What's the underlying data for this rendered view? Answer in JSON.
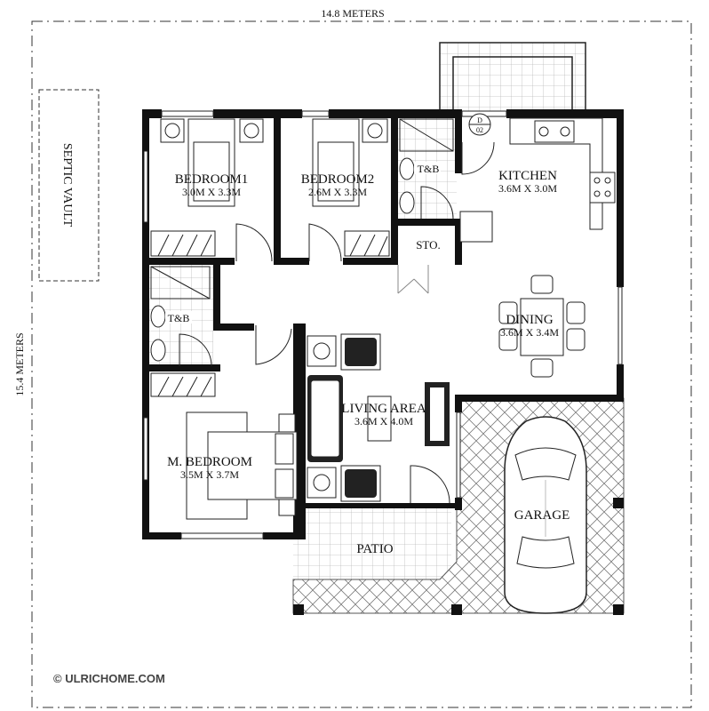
{
  "dimensions": {
    "width_label": "14.8 METERS",
    "height_label": "15.4 METERS"
  },
  "septic": {
    "label": "SEPTIC VAULT"
  },
  "rooms": {
    "bedroom1": {
      "name": "BEDROOM1",
      "size": "3.0M X 3.3M"
    },
    "bedroom2": {
      "name": "BEDROOM2",
      "size": "2.6M X 3.3M"
    },
    "tb_upper": {
      "name": "T&B"
    },
    "kitchen": {
      "name": "KITCHEN",
      "size": "3.6M X 3.0M"
    },
    "door_tag": {
      "top": "D",
      "bottom": "02"
    },
    "storage": {
      "name": "STO."
    },
    "tb_lower": {
      "name": "T&B"
    },
    "dining": {
      "name": "DINING",
      "size": "3.6M X 3.4M"
    },
    "living": {
      "name": "LIVING AREA",
      "size": "3.6M X 4.0M"
    },
    "master": {
      "name": "M. BEDROOM",
      "size": "3.5M X 3.7M"
    },
    "patio": {
      "name": "PATIO"
    },
    "garage": {
      "name": "GARAGE"
    }
  },
  "brand": {
    "text": "© ULRICHOME.COM"
  },
  "colors": {
    "wall": "#111111",
    "line": "#222222",
    "background": "#ffffff"
  }
}
